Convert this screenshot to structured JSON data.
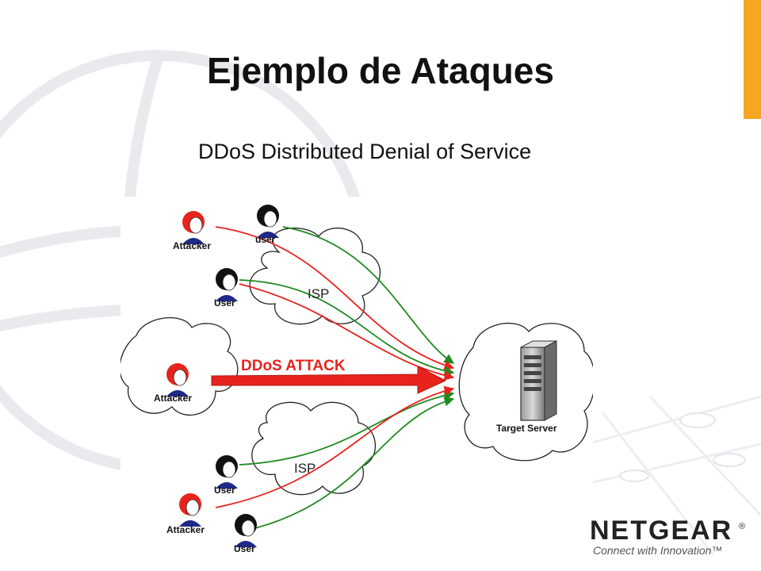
{
  "slide": {
    "title": "Ejemplo de Ataques",
    "subtitle": "DDoS  Distributed Denial of Service"
  },
  "diagram": {
    "banner": "DDoS ATTACK",
    "isp_top": "ISP",
    "isp_bottom": "ISP",
    "target_label": "Target Server",
    "nodes": [
      {
        "id": "attacker-top",
        "label": "Attacker",
        "role": "attacker"
      },
      {
        "id": "user-top",
        "label": "user",
        "role": "user"
      },
      {
        "id": "user-mid",
        "label": "User",
        "role": "user"
      },
      {
        "id": "attacker-center",
        "label": "Attacker",
        "role": "attacker"
      },
      {
        "id": "user-low",
        "label": "User",
        "role": "user"
      },
      {
        "id": "attacker-bottom",
        "label": "Attacker",
        "role": "attacker"
      },
      {
        "id": "user-bottom",
        "label": "User",
        "role": "user"
      }
    ],
    "colors": {
      "attack": "#e8231d",
      "legit": "#1f8a1f",
      "attacker_head": "#e8231d",
      "user_head": "#111111",
      "body": "#1f2a8a"
    }
  },
  "brand": {
    "logo_text": "NETGEAR",
    "registered": "®",
    "tagline": "Connect with Innovation™",
    "accent": "#f5a623"
  }
}
